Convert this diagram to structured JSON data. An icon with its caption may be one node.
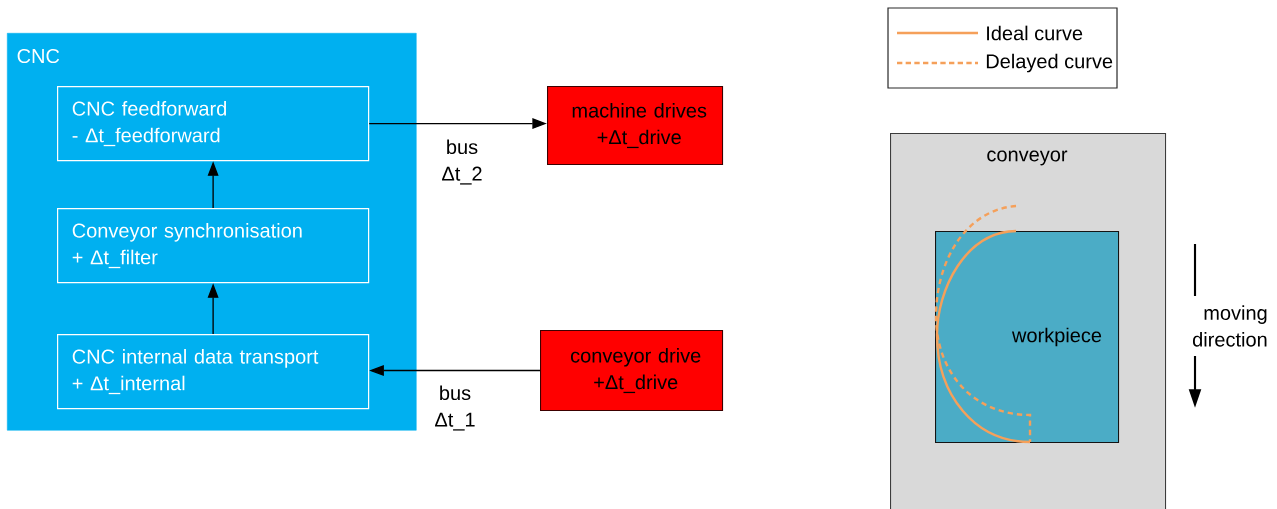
{
  "diagram": {
    "nodes": [
      {
        "text": [
          "CNC"
        ]
      },
      {
        "text": [
          "CNC feedforward",
          "- Δt_feedforward"
        ],
        "in": 0
      },
      {
        "text": [
          "Conveyor synchronisation",
          "+ Δt_filter"
        ],
        "in": 0
      },
      {
        "text": [
          "CNC internal data transport",
          "+ Δt_internal"
        ],
        "in": 0
      },
      {
        "text": [
          "machine drives",
          "+Δt_drive"
        ]
      },
      {
        "text": [
          "conveyor drive",
          "+Δt_drive"
        ]
      },
      {
        "text": [
          "conveyor"
        ]
      },
      {
        "text": [
          "workpiece"
        ],
        "in": 6
      }
    ],
    "edges": [
      {
        "from": 3,
        "to": 2,
        "arrow": "to"
      },
      {
        "from": 2,
        "to": 1,
        "arrow": "to"
      },
      {
        "from": 1,
        "to": 4,
        "arrow": "to",
        "label": "bus Δt_2"
      },
      {
        "from": 5,
        "to": 3,
        "arrow": "to",
        "label": "bus Δt_1"
      }
    ],
    "labels": [
      "moving direction"
    ],
    "legend": [
      {
        "text": "Ideal curve"
      },
      {
        "text": "Delayed curve"
      }
    ]
  }
}
